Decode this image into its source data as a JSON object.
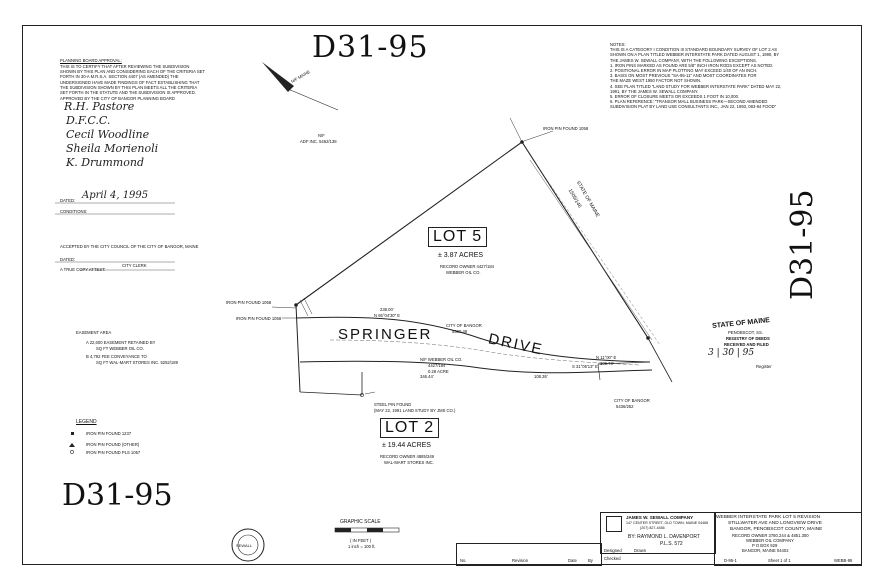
{
  "stamps": {
    "top_label": "D31-95",
    "right_label": "D31-95",
    "bottom_label": "D31-95"
  },
  "approval": {
    "heading": "PLANNING BOARD APPROVAL:",
    "text": [
      "THIS IS TO CERTIFY THAT AFTER REVIEWING THE SUBDIVISION",
      "SHOWN BY THIS PLAN AND CONSIDERING EACH OF THE CRITERIA SET",
      "FORTH IN 30-A M.R.S.A. SECTION 4407 (AS AMENDED) THE",
      "UNDERSIGNED HAVE MADE FINDINGS OF FACT ESTABLISHING THAT",
      "THE SUBDIVISION SHOWN BY THIS PLAN MEETS ALL THE CRITERIA",
      "SET FORTH IN THE STATUTE AND THE SUBDIVISION IS APPROVED."
    ],
    "approved_by": "APPROVED BY THE CITY OF BANGOR PLANNING BOARD",
    "dated_label": "DATED:",
    "dated_value": "April 4, 1995",
    "conditions_label": "CONDITIONS:",
    "accepted_text": "ACCEPTED BY THE CITY COUNCIL OF THE CITY OF BANGOR, MAINE",
    "dated2_label": "DATED:",
    "attest_label": "A TRUE COPY ATTEST:",
    "clerk_label": "CITY CLERK"
  },
  "signatures": [
    "R.H. Pastore",
    "D.F.C.C.",
    "Cecil Woodline",
    "Sheila Morienoli",
    "K. Drummond"
  ],
  "plan": {
    "lot5_label": "LOT 5",
    "lot5_area": "± 3.87 ACRES",
    "lot5_owner": "RECORD OWNER 4427/184",
    "lot5_owner2": "WEBBER OIL CO.",
    "lot2_label": "LOT 2",
    "lot2_area": "± 19.44 ACRES",
    "lot2_owner": "RECORD OWNER 4885/349",
    "lot2_owner2": "WAL-MART STORES INC.",
    "street_word1": "SPRINGER",
    "street_word2": "DRIVE",
    "nf_label": "N/F",
    "adf_label": "ADF INC. 5462/138",
    "state_label": "STATE OF MAINE",
    "state_ref": "1505/146",
    "iron_pin_1": "IRON PIN FOUND 1058",
    "iron_pin_2": "IRON PIN FOUND 1058",
    "iron_pin_3": "IRON PIN FOUND 1058",
    "steel_pin": "STEEL PIN FOUND",
    "steel_pin2": "(MAY 22, 1991 LAND STUDY BY JMS CO.)",
    "city_bangor": "CITY OF BANGOR",
    "city_ref": "5580.49",
    "city_bangor2": "CITY OF BANGOR",
    "city_ref2": "5436/252",
    "webber_oil": "N/F WEBBER OIL CO.",
    "webber_ref": "4427/184",
    "webber_area": "0.28 ACRE",
    "bearing1": "N 65°04'30\" E",
    "bearing2": "S 31°05'13\" E",
    "bearing3": "N 11°00\" E",
    "dist1": "238.00'",
    "dist2": "346.44'",
    "dist3": "108.36'",
    "dist4": "106.73'"
  },
  "easement": {
    "heading": "EASEMENT AREA",
    "line1": "A  22,600  EASEMENT RETAINED BY",
    "line1b": "SQ FT  WEBBER OIL CO.",
    "line2": "B  4,792  FEE CONVEYANCE TO",
    "line2b": "SQ FT  WAL-MART STORES INC. 5252/189"
  },
  "legend": {
    "heading": "LEGEND",
    "items": [
      "IRON PIN FOUND 1237",
      "IRON PIN FOUND (OTHER)",
      "IRON PIN FOUND PLS 1057"
    ]
  },
  "notes": [
    "NOTES:",
    "THIS IS A CATEGORY I CONDITION III STANDARD BOUNDARY SURVEY OF LOT 2 AS",
    "SHOWN ON A PLAN TITLED WEBBER INTERSTATE PARK DATED AUGUST 1, 1990, BY",
    "THE JAMES W. SEWALL COMPANY, WITH THE FOLLOWING EXCEPTIONS.",
    "1. IRON PINS MARKED AS FOUND ARE 5/8\" INCH IRON RODS EXCEPT AS NOTED.",
    "2. POSITIONAL ERROR IN MAP PLOTTING MAY EXCEED 1/40 OF AN INCH.",
    "3. BASIS ON MOST PREVIOUS \"SA-95-11\" AND MOST COORDINATES FOR",
    "   THE MAZE WEST 1950 FACTOR NOT SHOWN.",
    "4. SEE PLAN TITLED \"LAND STUDY FOR WEBBER INTERSTATE PARK\" DATED MAY 22,",
    "   1991, BY THE JAMES W. SEWALL COMPANY.",
    "5. ERROR OF CLOSURE MEETS OR EXCEEDS 1 FOOT IN 10,000.",
    "6. PLAN REFERENCE: \"TRANSOR MALL BUSINESS PARK—SECOND AMENDED",
    "   SUBDIVISION PLAT BY LAND USE CONSULTANTS INC., JAN 22, 1993, 083-94 FOOD\""
  ],
  "registry": {
    "line1": "STATE OF MAINE",
    "line2": "PENOBSCOT, SS.",
    "line3": "REGISTRY OF DEEDS",
    "line4": "RECEIVED AND FILED",
    "line5": "3 | 30 | 95",
    "line6": "Register"
  },
  "company": {
    "logo_text": "SEWALL",
    "name": "JAMES W. SEWALL COMPANY",
    "addr": "147 CENTER STREET, OLD TOWN, MAINE 04468",
    "phone": "(207) 827-4456",
    "surveyor": "BY: RAYMOND L. DAVENPORT",
    "pls": "P.L.S. 572"
  },
  "title_block": {
    "line1": "WEBBER INTERSTATE PARK LOT 5 REVISION",
    "line2": "STILLWATER AVE AND LONGVIEW DRIVE",
    "line3": "BANGOR, PENOBSCOT COUNTY, MAINE",
    "line4": "RECORD OWNER 3780.244 & 4851.300",
    "line5": "WEBBER OIL COMPANY",
    "line6": "P O BOX 929",
    "line7": "BANGOR, MAINE 04402"
  },
  "scale": {
    "title": "GRAPHIC SCALE",
    "unit1": "( IN FEET )",
    "unit2": "1 inch = 100 ft."
  },
  "revisions": {
    "col_no": "No.",
    "col_revision": "Revision",
    "col_date": "Date",
    "col_by": "By",
    "designed": "Designed",
    "drawn": "Drawn",
    "checked": "Checked",
    "drawing_no": "D-95-1",
    "sheet": "Sheet 1 of 1",
    "job": "WEBB-95"
  }
}
